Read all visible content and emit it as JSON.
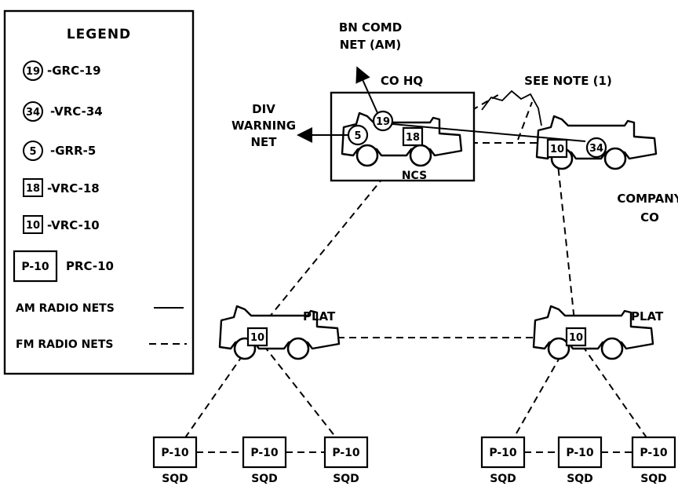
{
  "legend": {
    "title": "LEGEND",
    "items": [
      {
        "symbol": "19",
        "shape": "circle",
        "label": "-GRC-19"
      },
      {
        "symbol": "34",
        "shape": "circle",
        "label": "-VRC-34"
      },
      {
        "symbol": "5",
        "shape": "circle",
        "label": "-GRR-5"
      },
      {
        "symbol": "18",
        "shape": "square",
        "label": "-VRC-18"
      },
      {
        "symbol": "10",
        "shape": "square",
        "label": "-VRC-10"
      },
      {
        "symbol": "P-10",
        "shape": "box",
        "label": "PRC-10"
      }
    ],
    "am_label": "AM RADIO NETS",
    "fm_label": "FM RADIO NETS"
  },
  "labels": {
    "bn_comd_1": "BN COMD",
    "bn_comd_2": "NET (AM)",
    "co_hq": "CO HQ",
    "see_note": "SEE NOTE (1)",
    "div_1": "DIV",
    "div_2": "WARNING",
    "div_3": "NET",
    "ncs": "NCS",
    "company_1": "COMPANY",
    "company_2": "CO",
    "plat_left": "PLAT",
    "plat_right": "PLAT"
  },
  "radios": {
    "hq_19": "19",
    "hq_5": "5",
    "hq_18": "18",
    "co_10": "10",
    "co_34": "34",
    "plat_left_10": "10",
    "plat_right_10": "10"
  },
  "squads": [
    {
      "radio": "P-10",
      "label": "SQD"
    },
    {
      "radio": "P-10",
      "label": "SQD"
    },
    {
      "radio": "P-10",
      "label": "SQD"
    },
    {
      "radio": "P-10",
      "label": "SQD"
    },
    {
      "radio": "P-10",
      "label": "SQD"
    },
    {
      "radio": "P-10",
      "label": "SQD"
    }
  ]
}
